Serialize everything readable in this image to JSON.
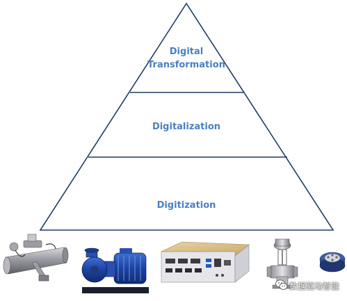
{
  "pyramid": {
    "tiers": [
      {
        "lines": [
          "Digital",
          "Transformation"
        ]
      },
      {
        "lines": [
          "Digitalization"
        ]
      },
      {
        "lines": [
          "Digitization"
        ]
      }
    ],
    "colors": {
      "stroke": "#1f3b63",
      "label": "#4a7fc1"
    }
  },
  "devices": [
    {
      "icon": "flow-meter-icon"
    },
    {
      "icon": "centrifugal-pump-icon"
    },
    {
      "icon": "industrial-pc-icon"
    },
    {
      "icon": "control-valve-icon"
    },
    {
      "icon": "temperature-transmitter-icon"
    }
  ],
  "watermark": {
    "icon": "wechat-account-icon",
    "text": "数据驱动智能"
  }
}
